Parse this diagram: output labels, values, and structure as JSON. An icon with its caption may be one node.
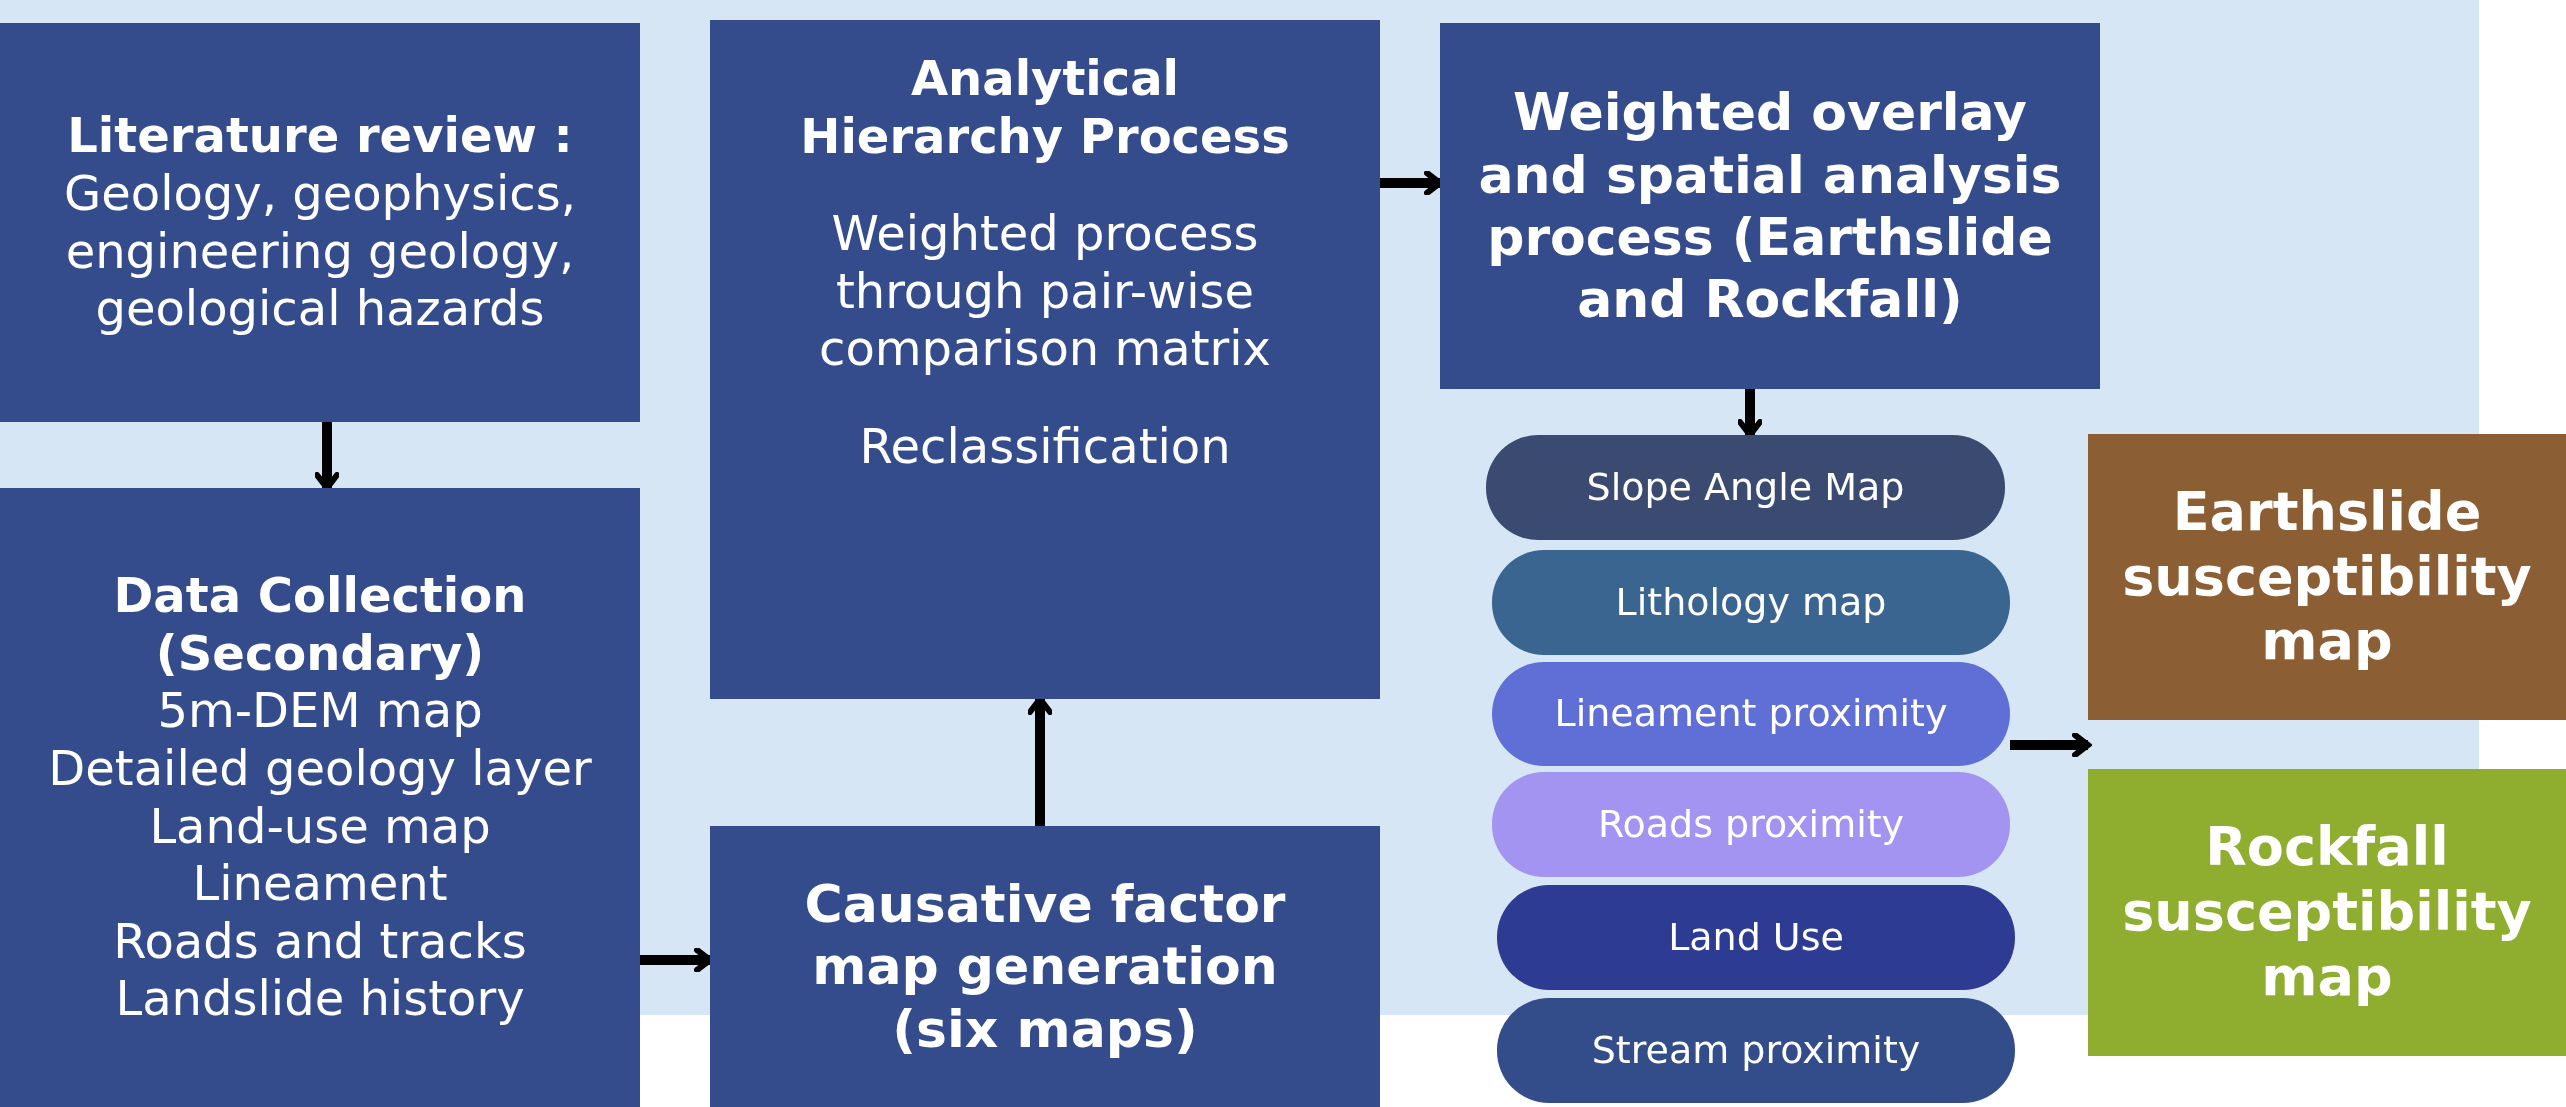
{
  "diagram": {
    "nodes": [
      {
        "text": [
          "Literature review :",
          "Geology, geophysics, engineering geology, geological hazards"
        ]
      },
      {
        "text": [
          "Data Collection (Secondary)",
          "5m-DEM map",
          "Detailed geology layer",
          "Land-use map",
          "Lineament",
          "Roads and tracks",
          "Landslide history"
        ]
      },
      {
        "text": [
          "Analytical Hierarchy Process",
          "Weighted process through pair-wise comparison matrix",
          "Reclassification"
        ]
      },
      {
        "text": [
          "Causative factor map generation (six maps)"
        ]
      },
      {
        "text": [
          "Weighted overlay and spatial analysis process (Earthslide and Rockfall)"
        ]
      },
      {
        "text": [
          "Slope Angle Map"
        ]
      },
      {
        "text": [
          "Lithology map"
        ]
      },
      {
        "text": [
          "Lineament proximity"
        ]
      },
      {
        "text": [
          "Roads proximity"
        ]
      },
      {
        "text": [
          "Land Use"
        ]
      },
      {
        "text": [
          "Stream proximity"
        ]
      },
      {
        "text": [
          "Earthslide susceptibility map"
        ]
      },
      {
        "text": [
          "Rockfall susceptibility map"
        ]
      }
    ],
    "edges": [
      {
        "from": 0,
        "to": 1,
        "arrow": "to"
      },
      {
        "from": 1,
        "to": 3,
        "arrow": "to"
      },
      {
        "from": 3,
        "to": 2,
        "arrow": "to"
      },
      {
        "from": 2,
        "to": 4,
        "arrow": "to"
      },
      {
        "from": 4,
        "to": 5,
        "arrow": "to"
      },
      {
        "from": 7,
        "to": 11,
        "arrow": "to"
      },
      {
        "from": 7,
        "to": 12,
        "arrow": "to"
      }
    ]
  }
}
